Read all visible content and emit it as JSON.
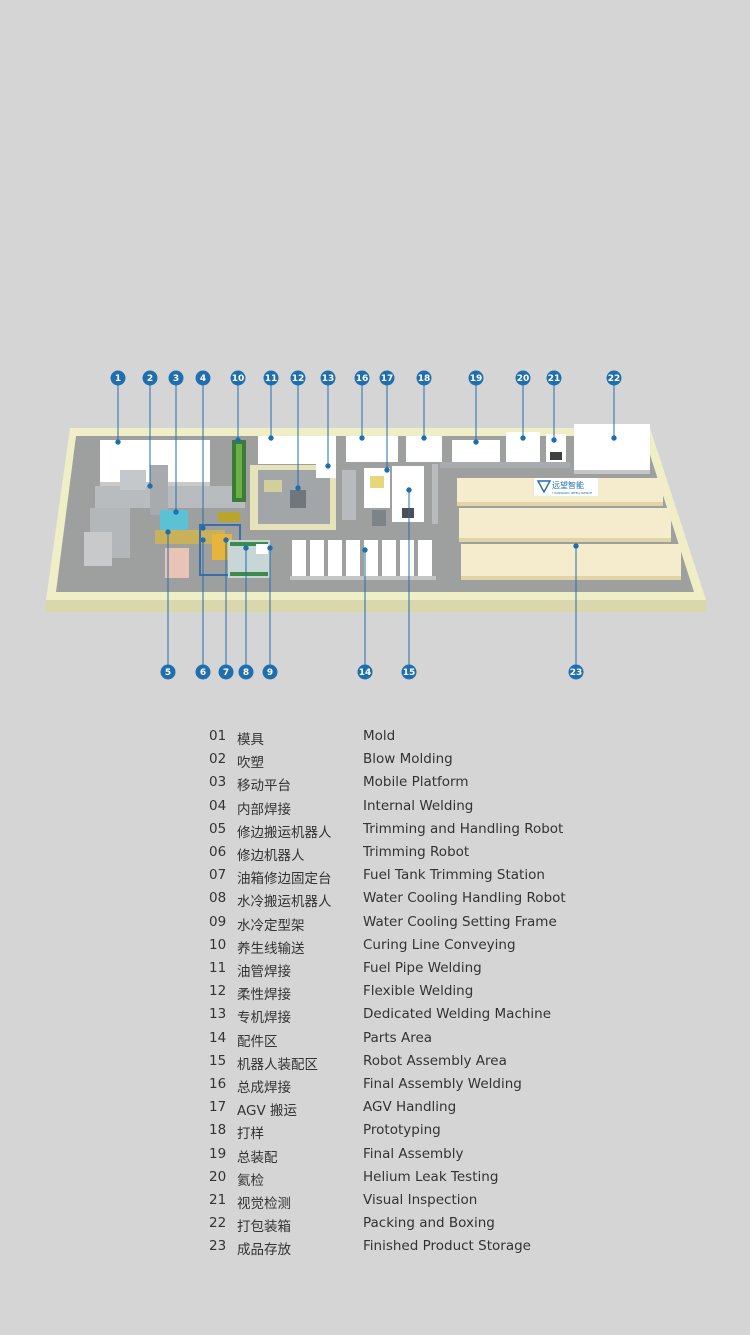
{
  "brand": {
    "name": "远望智能",
    "subtitle": "YUANWANG INTELLIGENCE"
  },
  "colors": {
    "background": "#d5d5d5",
    "floor": "#9ea0a0",
    "border": "#efeec6",
    "marker": "#1f6fae",
    "machine": "#ffffff"
  },
  "legend": [
    {
      "num": "01",
      "cn": "模具",
      "en": "Mold"
    },
    {
      "num": "02",
      "cn": "吹塑",
      "en": "Blow Molding"
    },
    {
      "num": "03",
      "cn": "移动平台",
      "en": "Mobile Platform"
    },
    {
      "num": "04",
      "cn": "内部焊接",
      "en": "Internal Welding"
    },
    {
      "num": "05",
      "cn": "修边搬运机器人",
      "en": "Trimming and Handling Robot"
    },
    {
      "num": "06",
      "cn": "修边机器人",
      "en": "Trimming Robot"
    },
    {
      "num": "07",
      "cn": "油箱修边固定台",
      "en": "Fuel Tank Trimming Station"
    },
    {
      "num": "08",
      "cn": "水冷搬运机器人",
      "en": "Water Cooling Handling Robot"
    },
    {
      "num": "09",
      "cn": "水冷定型架",
      "en": "Water Cooling Setting Frame"
    },
    {
      "num": "10",
      "cn": "养生线输送",
      "en": "Curing Line Conveying"
    },
    {
      "num": "11",
      "cn": "油管焊接",
      "en": "Fuel Pipe Welding"
    },
    {
      "num": "12",
      "cn": "柔性焊接",
      "en": "Flexible Welding"
    },
    {
      "num": "13",
      "cn": "专机焊接",
      "en": "Dedicated Welding Machine"
    },
    {
      "num": "14",
      "cn": "配件区",
      "en": "Parts Area"
    },
    {
      "num": "15",
      "cn": "机器人装配区",
      "en": "Robot Assembly Area"
    },
    {
      "num": "16",
      "cn": "总成焊接",
      "en": "Final Assembly Welding"
    },
    {
      "num": "17",
      "cn": "AGV 搬运",
      "en": "AGV Handling"
    },
    {
      "num": "18",
      "cn": "打样",
      "en": "Prototyping"
    },
    {
      "num": "19",
      "cn": "总装配",
      "en": "Final Assembly"
    },
    {
      "num": "20",
      "cn": "氦检",
      "en": "Helium Leak Testing"
    },
    {
      "num": "21",
      "cn": "视觉检测",
      "en": "Visual Inspection"
    },
    {
      "num": "22",
      "cn": "打包装箱",
      "en": "Packing and Boxing"
    },
    {
      "num": "23",
      "cn": "成品存放",
      "en": "Finished Product Storage"
    }
  ],
  "markers_top": [
    "1",
    "2",
    "3",
    "4",
    "10",
    "11",
    "12",
    "13",
    "16",
    "17",
    "18",
    "19",
    "20",
    "21",
    "22"
  ],
  "markers_bottom": [
    "5",
    "6",
    "7",
    "8",
    "9",
    "14",
    "15",
    "23"
  ]
}
